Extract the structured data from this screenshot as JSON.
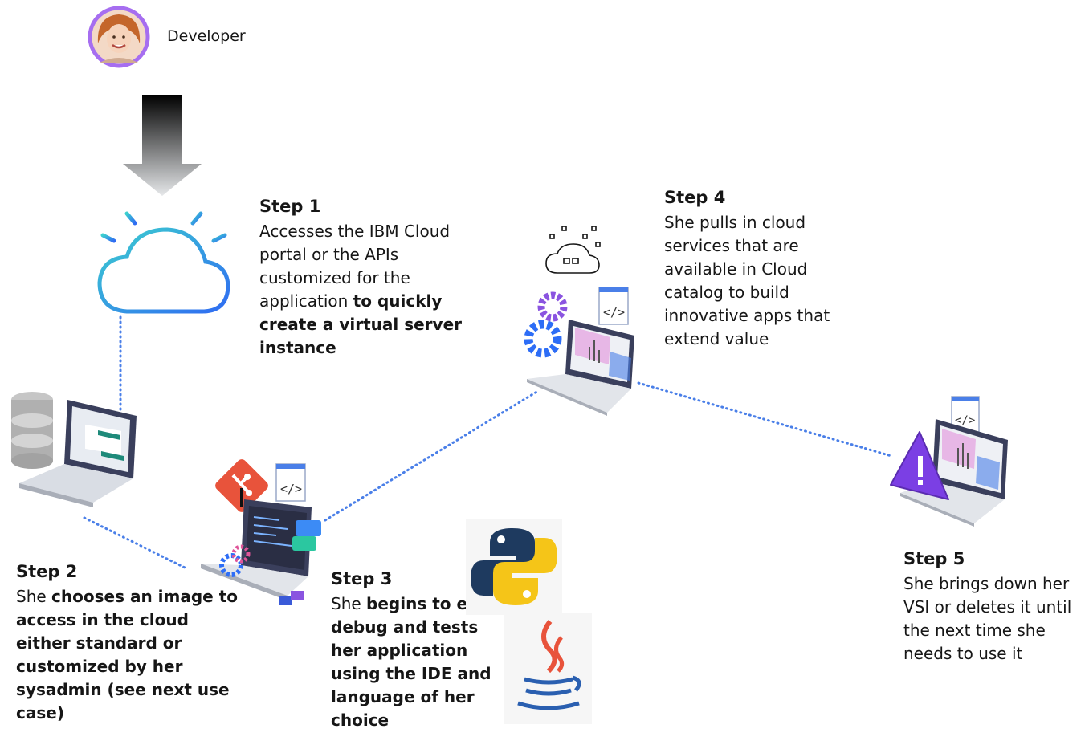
{
  "actor": {
    "label": "Developer"
  },
  "steps": [
    {
      "title": "Step 1",
      "parts": [
        {
          "text": "Accesses the IBM Cloud portal or the APIs customized for the application ",
          "bold": false
        },
        {
          "text": "to quickly create a virtual server instance",
          "bold": true
        }
      ]
    },
    {
      "title": "Step 2",
      "parts": [
        {
          "text": "She ",
          "bold": false
        },
        {
          "text": "chooses an image to access in the cloud either standard or customized by her sysadmin (see next use case)",
          "bold": true
        }
      ]
    },
    {
      "title": "Step 3",
      "parts": [
        {
          "text": "She ",
          "bold": false
        },
        {
          "text": "begins to edit, debug and tests her application using the IDE and language of her choice",
          "bold": true
        }
      ]
    },
    {
      "title": "Step 4",
      "parts": [
        {
          "text": "She pulls in cloud services that are available in Cloud catalog to build innovative apps that extend value",
          "bold": false
        }
      ]
    },
    {
      "title": "Step 5",
      "parts": [
        {
          "text": "She brings down her VSI or deletes it until the next time she needs to use it",
          "bold": false
        }
      ]
    }
  ],
  "colors": {
    "connector": "#4a7fe8",
    "purple": "#7b3fe4",
    "teal": "#2bc7c7",
    "blue": "#2d6df6",
    "git": "#e8533b"
  },
  "icons": [
    "developer-avatar",
    "down-arrow-icon",
    "ibm-cloud-icon",
    "database-icon",
    "laptop-icon",
    "git-icon",
    "python-icon",
    "java-icon",
    "cloud-services-icon",
    "gear-icon",
    "warning-icon",
    "code-icon"
  ]
}
